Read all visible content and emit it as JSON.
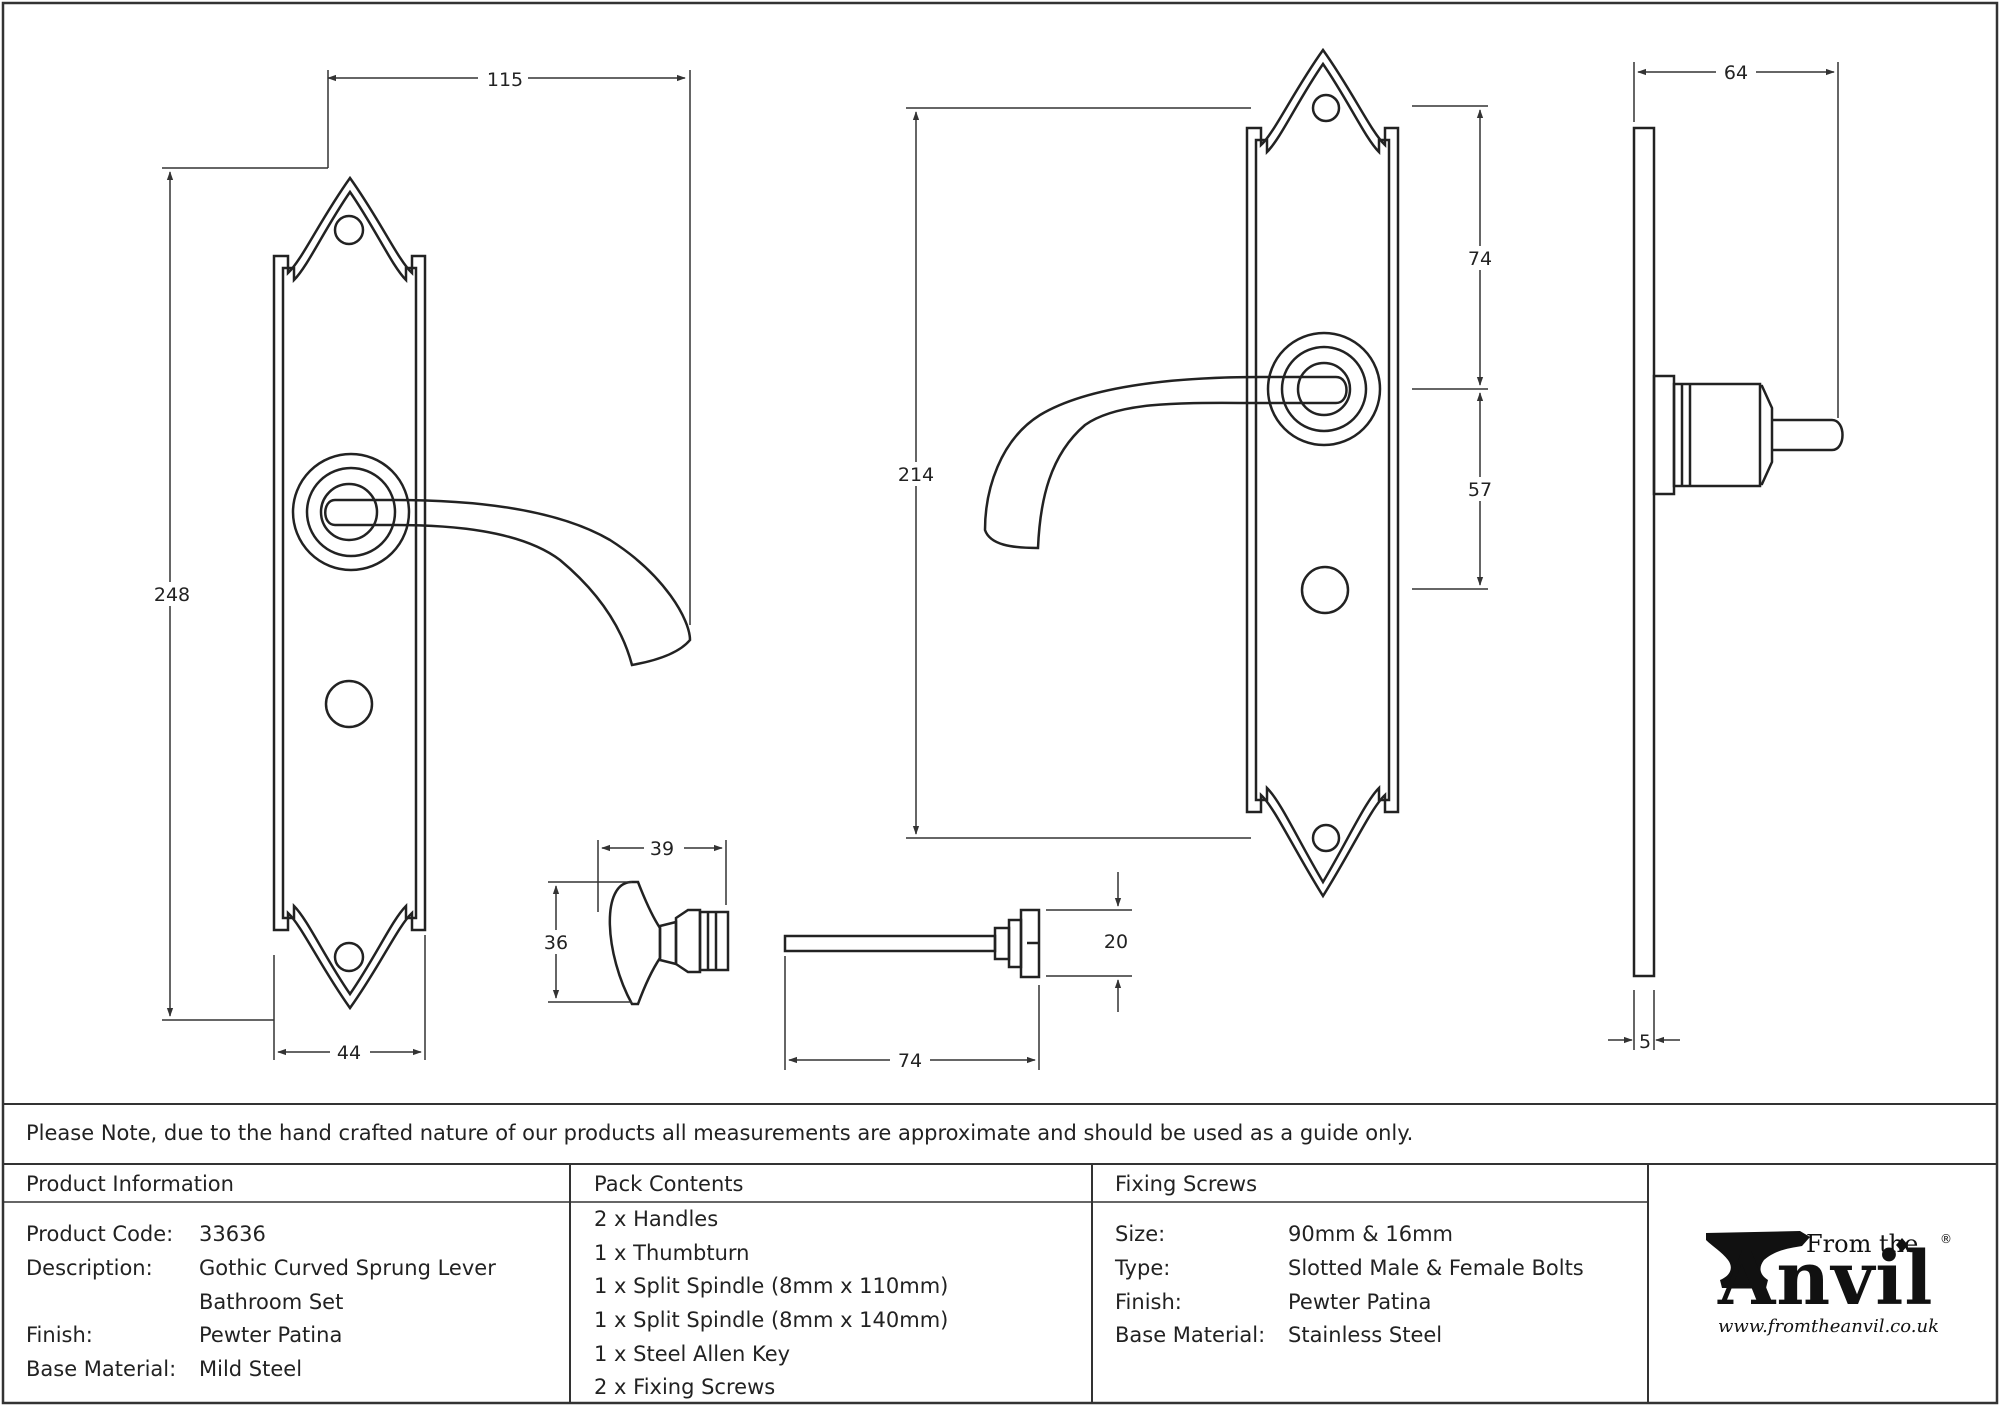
{
  "dimensions": {
    "front_width_top": "115",
    "front_height": "248",
    "front_base_width": "44",
    "thumbturn_length": "39",
    "thumbturn_height": "36",
    "spindle_length": "74",
    "spindle_head": "20",
    "rear_height": "214",
    "rear_upper": "74",
    "rear_lower": "57",
    "side_projection": "64",
    "side_thickness": "5"
  },
  "note": "Please Note, due to the hand crafted nature of our products all measurements are approximate and should be used as a guide only.",
  "product_info": {
    "heading": "Product Information",
    "rows": [
      {
        "label": "Product Code:",
        "value": "33636"
      },
      {
        "label": "Description:",
        "value": "Gothic Curved Sprung Lever"
      },
      {
        "label": "",
        "value": "Bathroom Set"
      },
      {
        "label": "Finish:",
        "value": "Pewter Patina"
      },
      {
        "label": "Base Material:",
        "value": "Mild Steel"
      }
    ]
  },
  "pack_contents": {
    "heading": "Pack Contents",
    "items": [
      "2 x Handles",
      "1 x Thumbturn",
      "1 x Split Spindle (8mm x 110mm)",
      "1 x Split Spindle (8mm x 140mm)",
      "1 x Steel Allen Key",
      "2 x Fixing Screws"
    ]
  },
  "fixing_screws": {
    "heading": "Fixing Screws",
    "rows": [
      {
        "label": "Size:",
        "value": "90mm & 16mm"
      },
      {
        "label": "Type:",
        "value": "Slotted Male & Female Bolts"
      },
      {
        "label": "Finish:",
        "value": "Pewter Patina"
      },
      {
        "label": "Base Material:",
        "value": "Stainless Steel"
      }
    ]
  },
  "logo": {
    "from_the": "From the",
    "anvil": "Anvil",
    "registered": "®",
    "url": "www.fromtheanvil.co.uk"
  }
}
